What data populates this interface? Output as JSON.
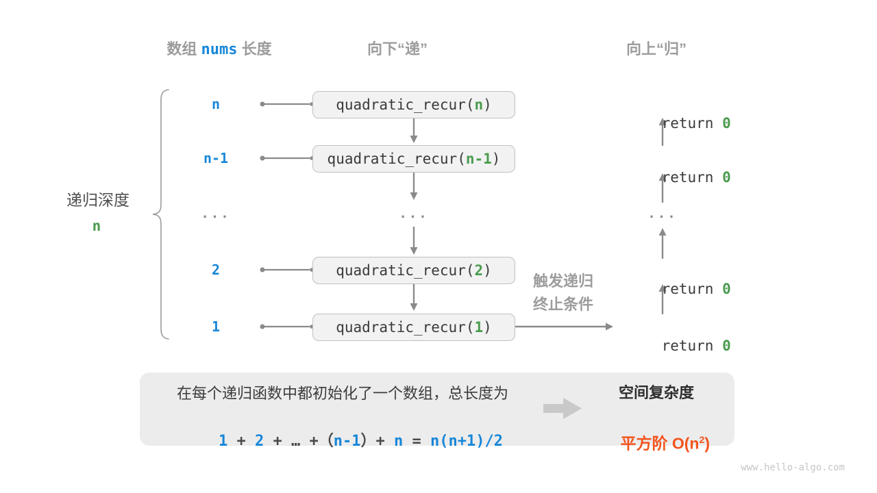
{
  "colors": {
    "blue": "#1787d9",
    "green": "#4a9b4e",
    "orange": "#f3541d",
    "header_gray": "#9c9c9c",
    "dark_text": "#3b3b3b",
    "arrow_gray": "#8a8a8a",
    "box_bg": "#f2f2f2",
    "panel_bg": "#ececec"
  },
  "header": {
    "array_pre": "数组 ",
    "array_code": "nums",
    "array_post": " 长度",
    "down": "向下“递”",
    "up": "向上“归”"
  },
  "depth": {
    "label": "递归深度",
    "value": "n"
  },
  "rows": [
    {
      "label": "n",
      "call_pre": "quadratic_recur(",
      "param": "n",
      "call_post": ")",
      "return_kw": "return ",
      "return_val": "0"
    },
    {
      "label": "n-1",
      "call_pre": "quadratic_recur(",
      "param": "n-1",
      "call_post": ")",
      "return_kw": "return ",
      "return_val": "0"
    },
    {
      "label": "2",
      "call_pre": "quadratic_recur(",
      "param": "2",
      "call_post": ")",
      "return_kw": "return ",
      "return_val": "0"
    },
    {
      "label": "1",
      "call_pre": "quadratic_recur(",
      "param": "1",
      "call_post": ")",
      "return_kw": "return ",
      "return_val": "0"
    }
  ],
  "ellipsis": "...",
  "base_case_note": {
    "line1": "触发递归",
    "line2": "终止条件"
  },
  "summary": {
    "line1": "在每个递归函数中都初始化了一个数组，总长度为",
    "formula_parts": [
      {
        "text": "1"
      },
      {
        "text": " + "
      },
      {
        "text": "2"
      },
      {
        "text": " + "
      },
      {
        "text": "…"
      },
      {
        "text": " +（"
      },
      {
        "text": "n-1"
      },
      {
        "text": "）+ "
      },
      {
        "text": "n"
      },
      {
        "text": " = "
      },
      {
        "text": "n(n+1)/2"
      }
    ],
    "complexity_title": "空间复杂度",
    "complexity_pre": "平方阶 O(n",
    "complexity_sup": "2",
    "complexity_post": ")"
  },
  "watermark": "www.hello-algo.com"
}
